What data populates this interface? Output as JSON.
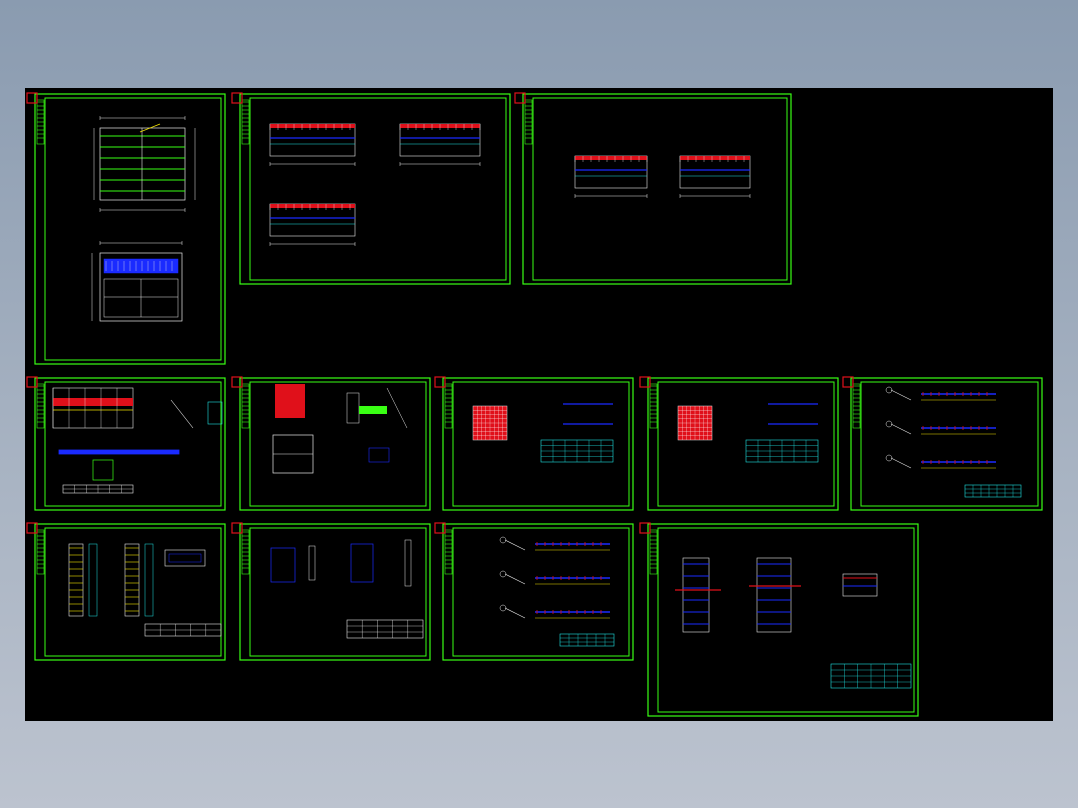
{
  "app": {
    "title": "",
    "background_color": "#95a4b6",
    "canvas_color": "#000000"
  },
  "colors": {
    "frame": "#39ff14",
    "accent_red": "#e0101a",
    "accent_blue": "#1a2bff",
    "detail_white": "#e8e8e8",
    "detail_cyan": "#1fe5e5",
    "detail_yellow": "#f2e200"
  },
  "sheets": [
    {
      "id": "sheet-1",
      "kind": "plan-vertical"
    },
    {
      "id": "sheet-2",
      "kind": "sections-three"
    },
    {
      "id": "sheet-3",
      "kind": "sections-two"
    },
    {
      "id": "sheet-4",
      "kind": "detail-plan"
    },
    {
      "id": "sheet-5",
      "kind": "red-block-detail"
    },
    {
      "id": "sheet-6",
      "kind": "grid-detail"
    },
    {
      "id": "sheet-7",
      "kind": "grid-detail"
    },
    {
      "id": "sheet-8",
      "kind": "beam-details"
    },
    {
      "id": "sheet-9",
      "kind": "ladder-detail"
    },
    {
      "id": "sheet-10",
      "kind": "panel-detail"
    },
    {
      "id": "sheet-11",
      "kind": "beam-details"
    },
    {
      "id": "sheet-12",
      "kind": "column-details"
    }
  ]
}
